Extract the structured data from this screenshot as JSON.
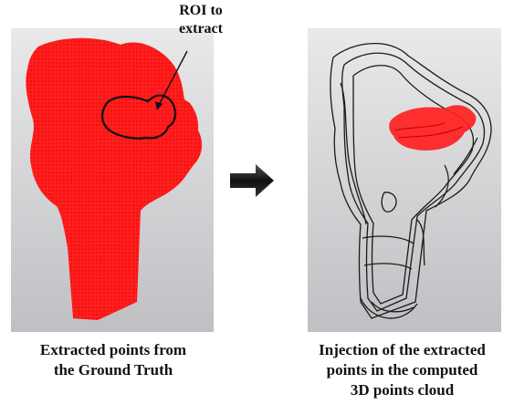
{
  "roi_label": "ROI to\nextract",
  "left_caption": "Extracted points from\nthe Ground Truth",
  "right_caption": "Injection of the extracted\npoints in the computed\n3D points cloud",
  "colors": {
    "point_cloud_red": "#ff1a1a",
    "wireframe": "#1a1a1a",
    "panel_background": "#d6d7d9",
    "arrow": "#111111"
  },
  "icons": {
    "arrow": "right-arrow-icon"
  }
}
